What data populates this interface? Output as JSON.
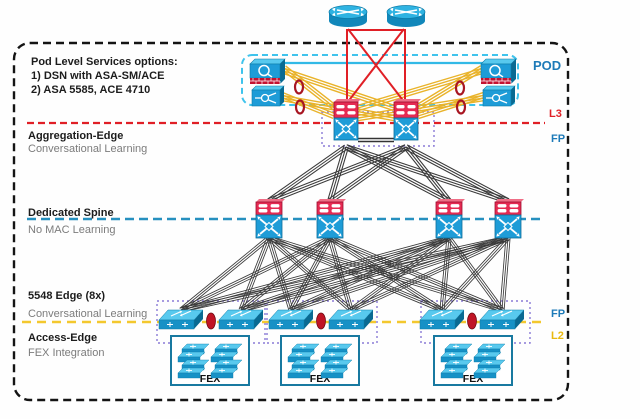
{
  "notes": {
    "line1": "Pod Level Services options:",
    "line2": "1) DSN with ASA-SM/ACE",
    "line3": "2) ASA 5585, ACE 4710"
  },
  "layers": {
    "aggregation": {
      "title": "Aggregation-Edge",
      "subtitle": "Conversational Learning"
    },
    "spine": {
      "title": "Dedicated Spine",
      "subtitle": "No MAC Learning"
    },
    "edge": {
      "title": "5548 Edge (8x)",
      "subtitle": "Conversational Learning"
    },
    "access": {
      "title": "Access-Edge",
      "subtitle": "FEX Integration"
    }
  },
  "zones": {
    "pod": "POD",
    "l3": "L3",
    "fp_upper": "FP",
    "fp_lower": "FP",
    "l2": "L2"
  },
  "fex": {
    "labels": [
      "FEX",
      "FEX",
      "FEX"
    ]
  },
  "topology": {
    "routers": 2,
    "aggregation_switches": 2,
    "spine_switches": 4,
    "edge_switches": 6,
    "fex_groups": 3,
    "service_appliances": [
      "firewall",
      "load-balancer",
      "firewall",
      "load-balancer"
    ]
  },
  "icons": {
    "router": "router-icon",
    "firewall": "asa-firewall-icon",
    "load_balancer": "ace-load-balancer-icon",
    "l3_module": "l3-switch-module-icon",
    "nexus": "nexus-switch-icon",
    "edge_switch": "nexus5548-switch-icon",
    "fex_unit": "fex-unit-icon",
    "port_channel": "port-channel-oval",
    "vpc_peer": "vpc-oval"
  },
  "colors": {
    "cisco_blue": "#1e9cd7",
    "cisco_blue_light": "#58c9ee",
    "cisco_blue_dark": "#0d7ca8",
    "module_red": "#e52a52",
    "link_red": "#e01f26",
    "link_yellow": "#e9b32a",
    "oval_red": "#b5121f",
    "boundary_black": "#141414",
    "boundary_red": "#e01f26",
    "boundary_blue": "#2690bf",
    "boundary_yellow": "#f3c82e",
    "services_cyan": "#3fc3ec",
    "vpc_purple": "#8a7ad6",
    "fex_border": "#1879a0",
    "label_blue": "#1d7ab8",
    "text_gray": "#7c7c7c"
  }
}
